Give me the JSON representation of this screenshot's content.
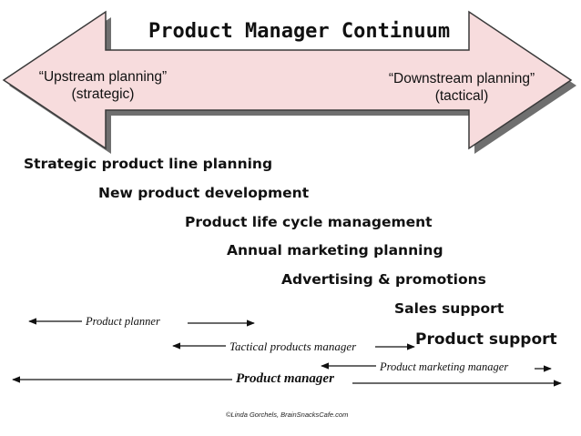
{
  "title": "Product Manager Continuum",
  "left_end": {
    "line1": "“Upstream planning”",
    "line2": "(strategic)"
  },
  "right_end": {
    "line1": "“Downstream planning”",
    "line2": "(tactical)"
  },
  "activities": [
    "Strategic product line planning",
    "New product development",
    "Product life cycle management",
    "Annual marketing planning",
    "Advertising & promotions",
    "Sales support",
    "Product support"
  ],
  "roles": [
    "Product planner",
    "Tactical products manager",
    "Product marketing manager",
    "Product manager"
  ],
  "credit": "©Linda Gorchels, BrainSnacksCafe.com",
  "colors": {
    "arrow_fill": "#f7dcdd",
    "arrow_stroke": "#3a3a3a",
    "shadow": "#6f6f6f"
  }
}
